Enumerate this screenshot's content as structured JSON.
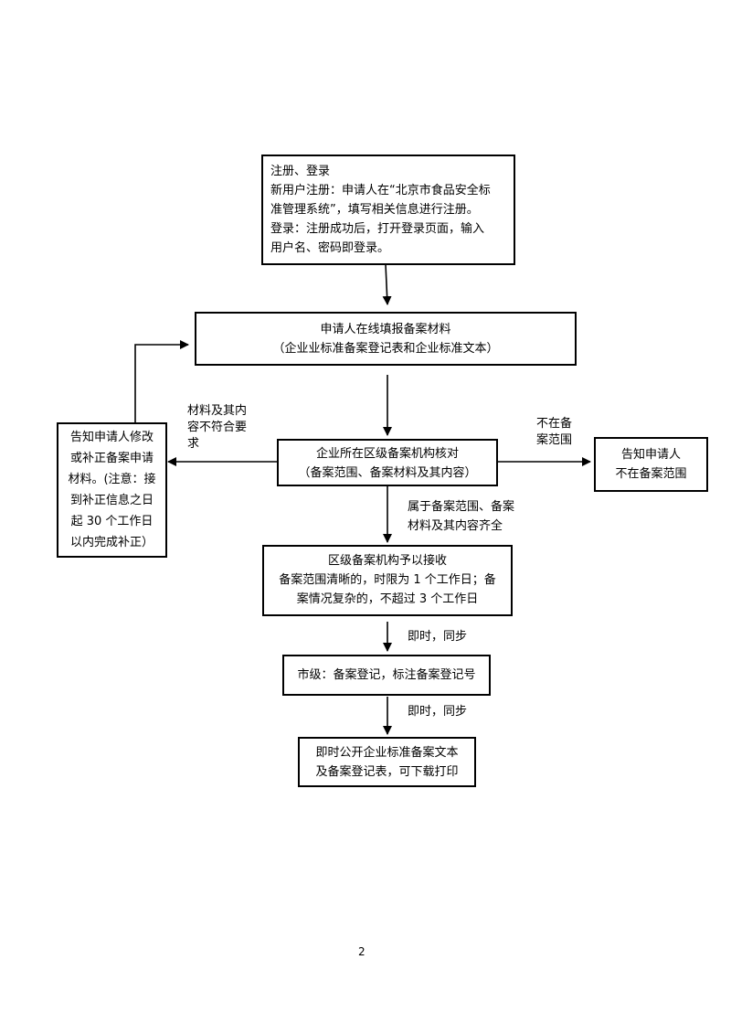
{
  "nodes": {
    "register": {
      "lines": [
        "注册、登录",
        "新用户注册：申请人在“北京市食品安全标",
        "准管理系统”，填写相关信息进行注册。",
        "登录：注册成功后，打开登录页面，输入",
        "用户名、密码即登录。"
      ]
    },
    "fill_in": {
      "lines": [
        "申请人在线填报备案材料",
        "（企业业标准备案登记表和企业标准文本）"
      ]
    },
    "verify": {
      "lines": [
        "企业所在区级备案机构核对",
        "（备案范围、备案材料及其内容）"
      ]
    },
    "notify_correct": {
      "lines": [
        "告知申请人修改",
        "或补正备案申请",
        "材料。(注意：接",
        "到补正信息之日",
        "起 30 个工作日",
        "以内完成补正）"
      ]
    },
    "notify_out_of_scope": {
      "lines": [
        "告知申请人",
        "不在备案范围"
      ]
    },
    "accept": {
      "lines": [
        "区级备案机构予以接收",
        "备案范围清晰的，时限为 1 个工作日；备",
        "案情况复杂的，不超过 3 个工作日"
      ]
    },
    "city_register": {
      "lines": [
        "市级：备案登记，标注备案登记号"
      ]
    },
    "publish": {
      "lines": [
        "即时公开企业标准备案文本",
        "及备案登记表，可下载打印"
      ]
    }
  },
  "edge_labels": {
    "nonconforming": [
      "材料及其内",
      "容不符合要",
      "求"
    ],
    "out_of_scope": [
      "不在备",
      "案范围"
    ],
    "in_scope": [
      "属于备案范围、备案",
      "材料及其内容齐全"
    ],
    "sync_1": "即时，同步",
    "sync_2": "即时，同步"
  },
  "page_number": "2"
}
